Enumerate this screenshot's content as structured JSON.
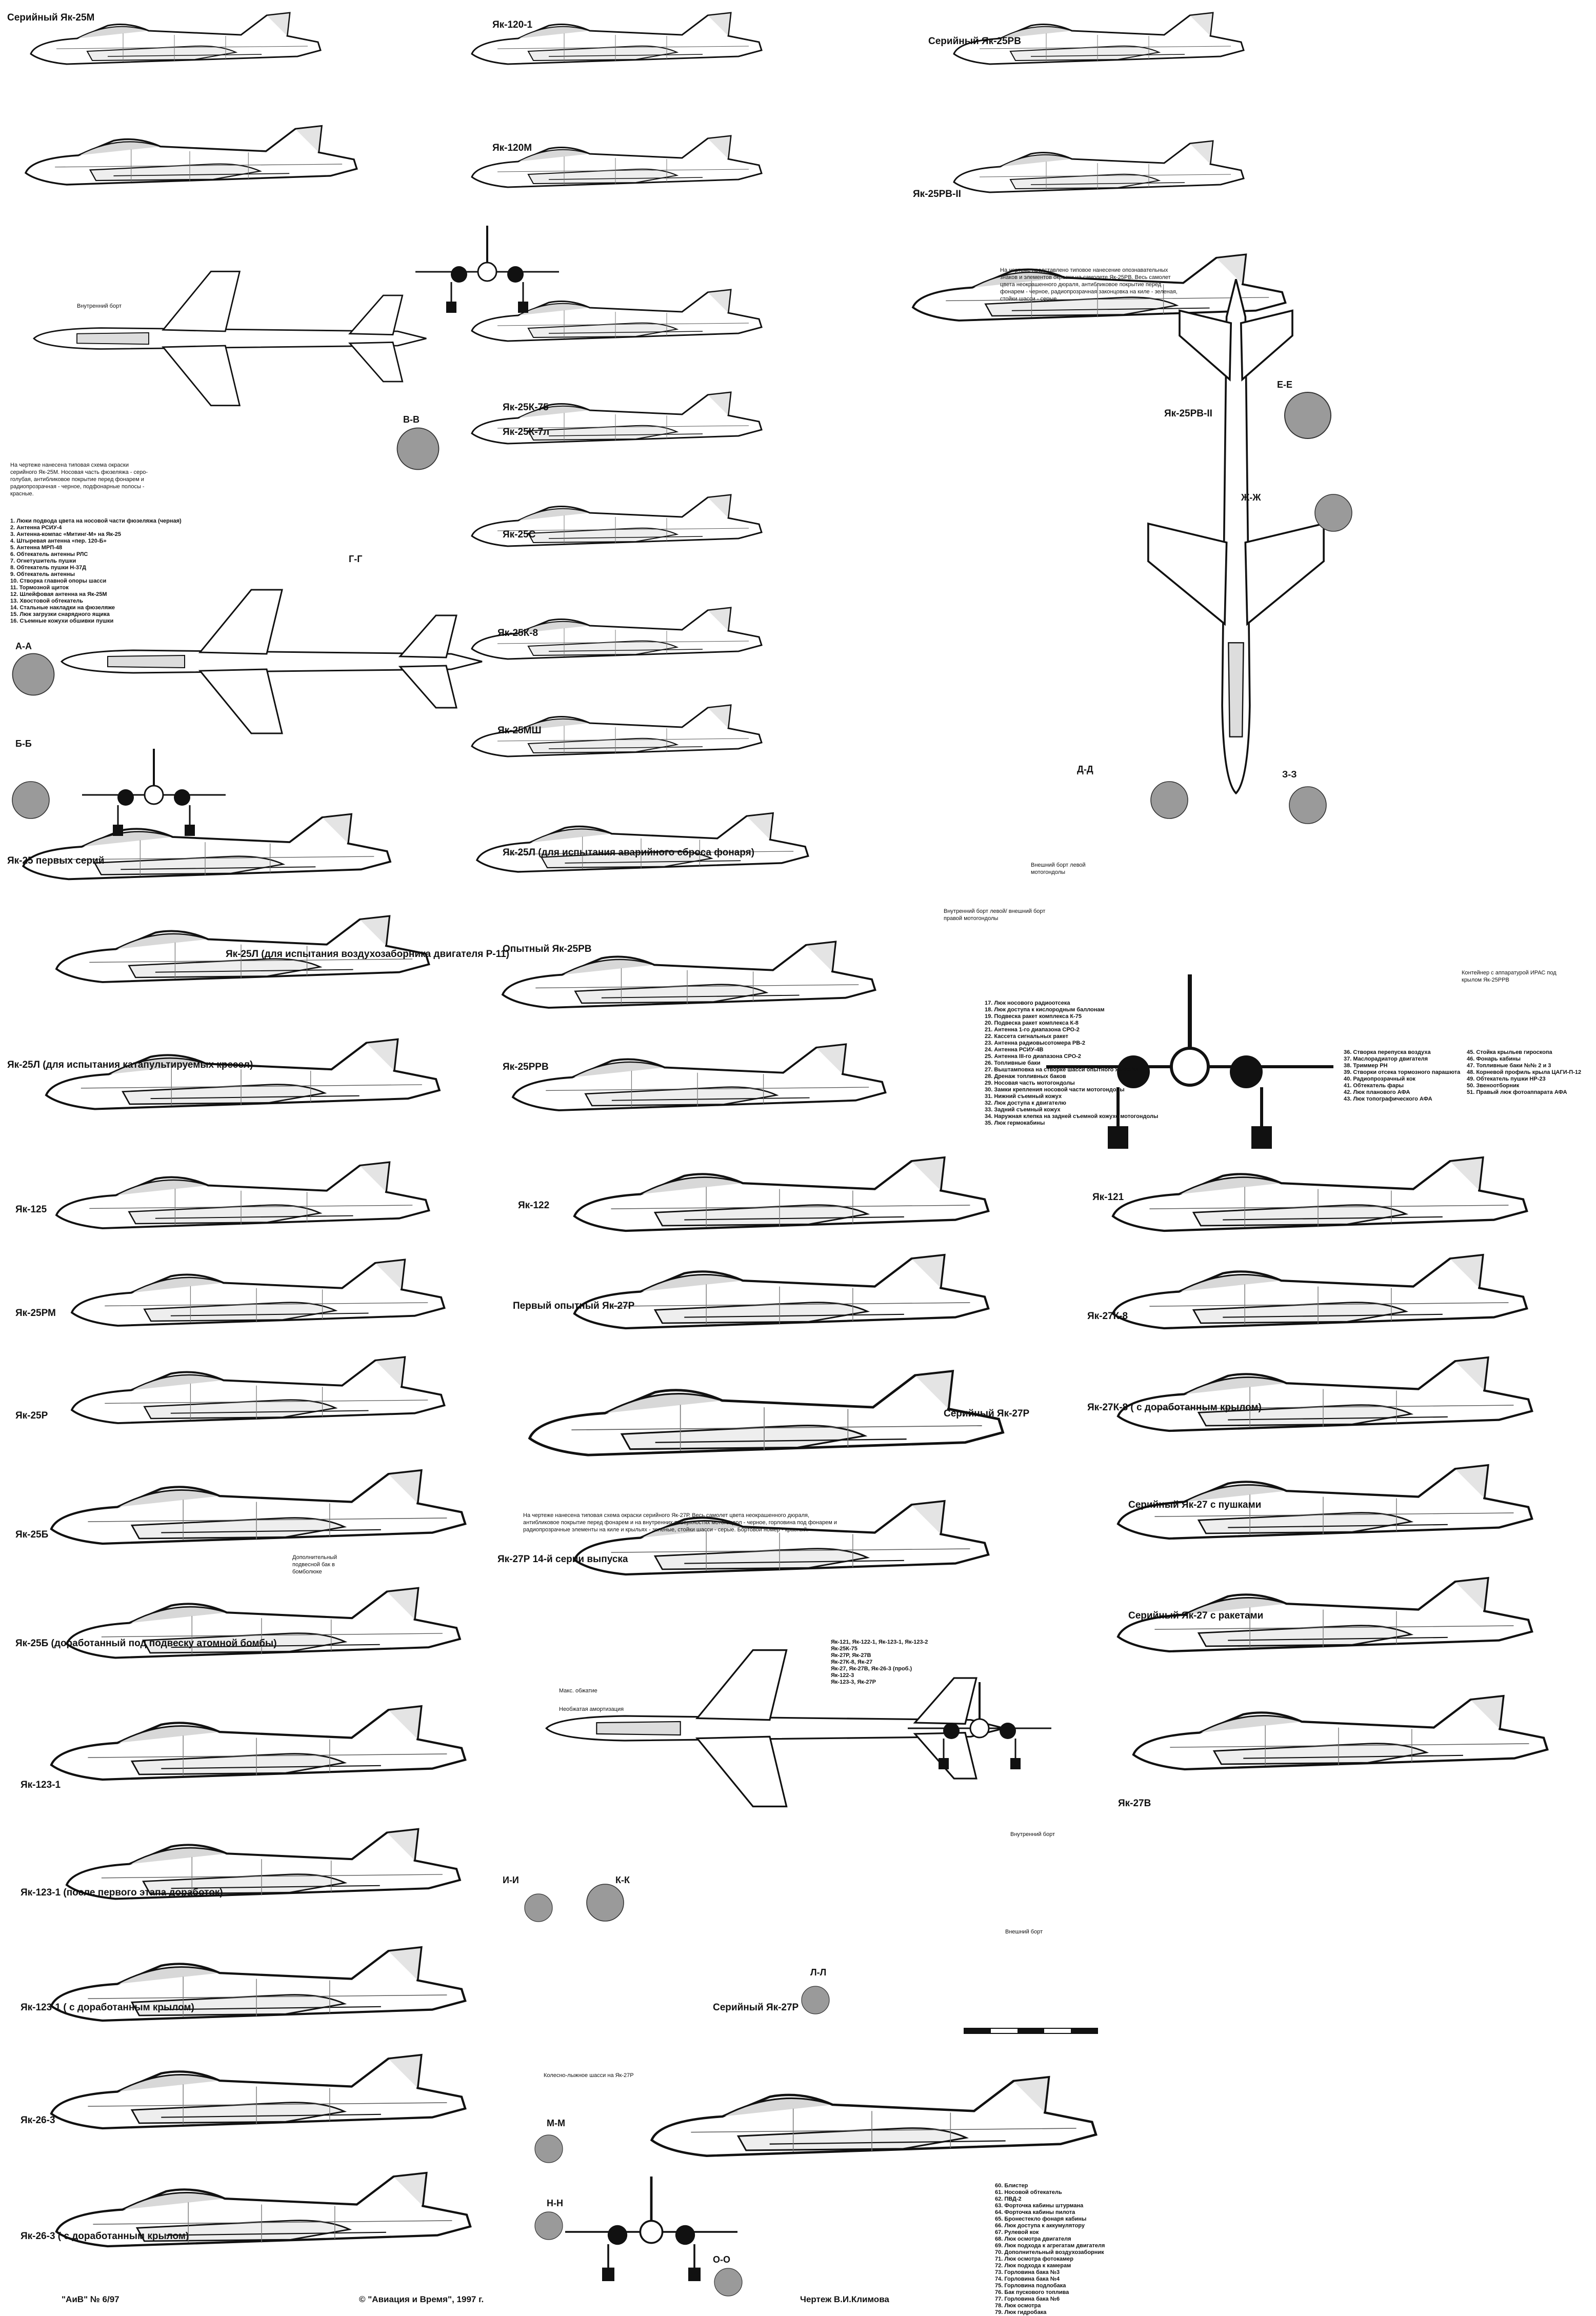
{
  "aircraft": [
    {
      "id": "yak25m",
      "label": "Серийный Як-25М"
    },
    {
      "id": "yak120_1",
      "label": "Як-120-1"
    },
    {
      "id": "yak25rv",
      "label": "Серийный Як-25РВ"
    },
    {
      "id": "yak120m",
      "label": "Як-120М"
    },
    {
      "id": "yak25rv2",
      "label": "Як-25РВ-II"
    },
    {
      "id": "yak25k75",
      "label": "Як-25К-75"
    },
    {
      "id": "yak25k7l",
      "label": "Як-25К-7л"
    },
    {
      "id": "yak25s",
      "label": "Як-25С"
    },
    {
      "id": "yak25k8",
      "label": "Як-25К-8"
    },
    {
      "id": "yak25msh",
      "label": "Як-25МШ"
    },
    {
      "id": "yak25first",
      "label": "Як-25 первых серий"
    },
    {
      "id": "yak25l_canopy",
      "label": "Як-25Л (для испытания аварийного сброса фонаря)"
    },
    {
      "id": "yak25l_intake",
      "label": "Як-25Л (для испытания воздухозаборника двигателя Р-11)"
    },
    {
      "id": "yak25rv_exp",
      "label": "Опытный Як-25РВ"
    },
    {
      "id": "yak25l_seat",
      "label": "Як-25Л (для испытания катапультируемых кресел)"
    },
    {
      "id": "yak25rrv",
      "label": "Як-25РРВ"
    },
    {
      "id": "yak125",
      "label": "Як-125"
    },
    {
      "id": "yak122",
      "label": "Як-122"
    },
    {
      "id": "yak121",
      "label": "Як-121"
    },
    {
      "id": "yak25rm",
      "label": "Як-25РМ"
    },
    {
      "id": "yak27r_first",
      "label": "Первый опытный Як-27Р"
    },
    {
      "id": "yak27k8",
      "label": "Як-27К-8"
    },
    {
      "id": "yak25r",
      "label": "Як-25Р"
    },
    {
      "id": "yak27k8_wing",
      "label": "Як-27К-8 ( с доработанным крылом)"
    },
    {
      "id": "yak27r_serial",
      "label": "Серийный Як-27Р"
    },
    {
      "id": "yak25b",
      "label": "Як-25Б"
    },
    {
      "id": "yak27_guns",
      "label": "Серийный Як-27 с пушками"
    },
    {
      "id": "yak27r_14",
      "label": "Як-27Р 14-й серии выпуска"
    },
    {
      "id": "yak25b_bomb",
      "label": "Як-25Б (доработанный под подвеску атомной бомбы)"
    },
    {
      "id": "yak27_rockets",
      "label": "Серийный Як-27 с ракетами"
    },
    {
      "id": "yak123_1",
      "label": "Як-123-1"
    },
    {
      "id": "yak27v",
      "label": "Як-27В"
    },
    {
      "id": "yak123_1_mod",
      "label": "Як-123-1 (после первого этапа доработок)"
    },
    {
      "id": "yak123_1_wing",
      "label": "Як-123-1 ( с доработанным крылом)"
    },
    {
      "id": "yak26_3",
      "label": "Як-26-3"
    },
    {
      "id": "yak26_3_wing",
      "label": "Як-26-3 ( с доработанным крылом)"
    },
    {
      "id": "yak27r_plan",
      "label": "Серийный Як-27Р"
    },
    {
      "id": "yak25rv2_plan",
      "label": "Як-25РВ-II"
    }
  ],
  "sections": [
    "А-А",
    "Б-Б",
    "В-В",
    "Г-Г",
    "Д-Д",
    "Е-Е",
    "Ж-Ж",
    "З-З",
    "И-И",
    "К-К",
    "Л-Л",
    "М-М",
    "Н-Н",
    "О-О"
  ],
  "notes": {
    "yak25m": "На чертеже нанесена типовая схема окраски серийного Як-25М. Носовая часть фюзеляжа - серо-голубая, антибликовое покрытие перед фонарем и радиопрозрачная - черное, подфонарные полосы - красные.",
    "yak25rv": "На чертеже представлено типовое нанесение опознавательных знаков и элементов окраски на самолете Як-25РВ. Весь самолет цвета неокрашенного дюраля, антибликовое покрытие перед фонарем - черное, радиопрозрачная законцовка на киле - зеленая, стойки шасси - серые.",
    "yak27r": "На чертеже нанесена типовая схема окраски серийного Як-27Р. Весь самолет цвета неокрашенного дюраля, антибликовое покрытие перед фонарем и на внутренних поверхностях мотогондол - черное, горловина под фонарем и радиопрозрачные элементы на киле и крыльях - зеленые, стойки шасси - серые. Бортовой номер - красный.",
    "internal_side": "Внутренний борт",
    "left_nacelle": "Внешний борт левой мотогондолы",
    "nacelle_sides": "Внутренний борт левой/ внешний борт правой мотогондолы",
    "container": "Контейнер с аппаратурой ИРАС под крылом Як-25РРВ",
    "bomb_bay": "Дополнительный подвесной бак в бомболюке",
    "ski_gear": "Колесно-лыжное шасси на Як-27Р",
    "nacelle_inner": "Внутренний борт",
    "nacelle_outer": "Внешний борт",
    "gear_note1": "Макс. обжатие",
    "gear_note2": "Необжатая амортизация"
  },
  "legend1": [
    "1. Люки подвода цвета на носовой части фюзеляжа (черная)",
    "2. Антенна РСИУ-4",
    "3. Антенна-компас «Митинг-М» на Як-25",
    "4. Штыревая антенна «пер. 120-Б»",
    "5. Антенна МРП-48",
    "6. Обтекатель антенны РЛС",
    "7. Огнетушитель пушки",
    "8. Обтекатель пушки Н-37Д",
    "9. Обтекатель антенны",
    "10. Створка главной опоры шасси",
    "11. Тормозной щиток",
    "12. Шлейфовая антенна на Як-25М",
    "13. Хвостовой обтекатель",
    "14. Стальные накладки на фюзеляже",
    "15. Люк загрузки снарядного ящика",
    "16. Съемные кожухи обшивки пушки"
  ],
  "legend2": [
    "17. Люк носового радиоотсека",
    "18. Люк доступа к кислородным баллонам",
    "19. Подвеска ракет комплекса К-75",
    "20. Подвеска ракет комплекса К-8",
    "21. Антенна 1-го диапазона СРО-2",
    "22. Кассета сигнальных ракет",
    "23. Антенна радиовысотомера РВ-2",
    "24. Антенна РСИУ-4В",
    "25. Антенна III-го диапазона СРО-2",
    "26. Топливные баки",
    "27. Выштамповка на створке шасси опытного Як-25РВ",
    "28. Дренаж топливных баков",
    "29. Носовая часть мотогондолы",
    "30. Замки крепления носовой части мотогондолы",
    "31. Нижний съемный кожух",
    "32. Люк доступа к двигателю",
    "33. Задний съемный кожух",
    "34. Наружная клепка на задней съемной кожухе мотогондолы",
    "35. Люк гермокабины"
  ],
  "legend3": [
    "36. Створка перепуска воздуха",
    "37. Маслорадиатор двигателя",
    "38. Триммер РН",
    "39. Створки отсека тормозного парашюта",
    "40. Радиопрозрачный кок",
    "41. Обтекатель фары",
    "42. Люк планового АФА",
    "43. Люк топографического АФА"
  ],
  "legend4": [
    "45. Стойка крыльев гироскопа",
    "46. Фонарь кабины",
    "47. Топливные баки №№ 2 и 3",
    "48. Корневой профиль крыла ЦАГИ-П-12",
    "49. Обтекатель пушки НР-23",
    "50. Звеноотборник",
    "51. Правый люк фотоаппарата АФА"
  ],
  "legend5": [
    "60. Блистер",
    "61. Носовой обтекатель",
    "62. ПВД-2",
    "63. Форточка кабины штурмана",
    "64. Форточка кабины пилота",
    "65. Бронестекло фонаря кабины",
    "66. Люк доступа к аккумулятору",
    "67. Рулевой кок",
    "68. Люк осмотра двигателя",
    "69. Люк подхода к агрегатам двигателя",
    "70. Дополнительный воздухозаборник",
    "71. Люк осмотра фотокамер",
    "72. Люк подхода к камерам",
    "73. Горловина бака №3",
    "74. Горловина бака №4",
    "75. Горловина подлобака",
    "76. Бак пускового топлива",
    "77. Горловина бака №6",
    "78. Люк осмотра",
    "79. Люк гидробака"
  ],
  "weapons": [
    "Як-121, Як-122-1, Як-123-1, Як-123-2",
    "Як-25К-75",
    "Як-27Р, Як-27В",
    "Як-27К-8, Як-27",
    "Як-27, Як-27В, Як-26-3 (проб.)",
    "Як-122-3",
    "Як-123-3, Як-27Р"
  ],
  "footer": {
    "left": "\"АиВ\" № 6/97",
    "center": "©  \"Авиация и Время\", 1997 г.",
    "right": "Чертеж  В.И.Климова"
  }
}
